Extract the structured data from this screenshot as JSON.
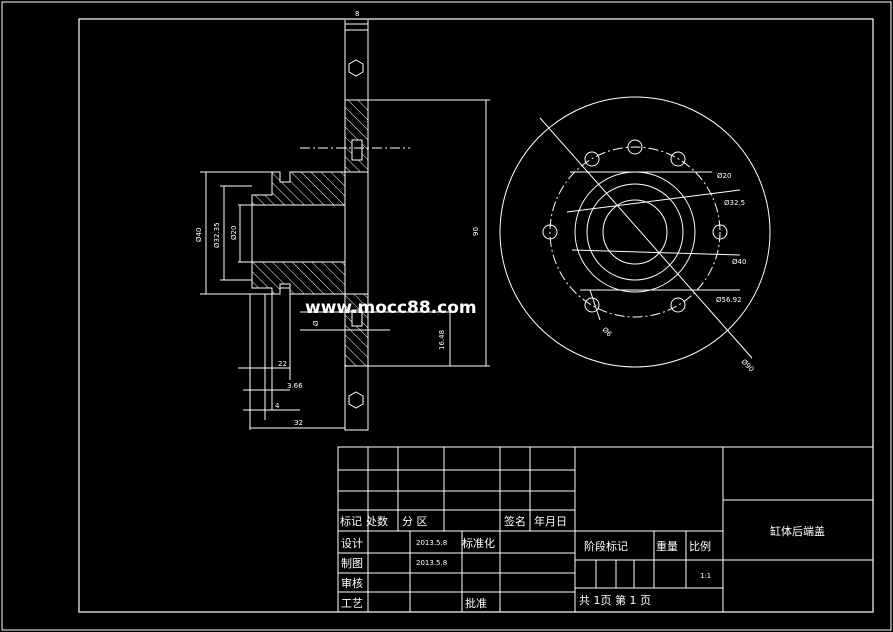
{
  "watermark": "www.mocc88.com",
  "drawing_title": "缸体后端盖",
  "side_view_dims": {
    "top_width": "8",
    "height_90": "90",
    "dim_16_48": "16.48",
    "dia_40": "Ø40",
    "dia_32_35": "Ø32.35",
    "dia_20": "Ø20",
    "dia_small": "Ø",
    "b_22": "22",
    "b_3_66": "3.66",
    "b_4": "4",
    "b_32": "32"
  },
  "end_view_dims": {
    "d20": "Ø20",
    "d32_5": "Ø32.5",
    "d40": "Ø40",
    "d56_92": "Ø56.92",
    "d90": "Ø90",
    "hole": "Ø6"
  },
  "title_block": {
    "row_biaoji": "标记",
    "row_chushu": "处数",
    "row_fenqu": "分 区",
    "row_qianming": "签名",
    "row_nianyueri": "年月日",
    "sheji": "设计",
    "sheji_date": "2013.5.8",
    "biaozhunhua": "标准化",
    "zhitu": "制图",
    "zhitu_date": "2013.5.8",
    "shenhe": "审核",
    "gongyi": "工艺",
    "pizhun": "批准",
    "jieduan": "阶段标记",
    "zhongliang": "重量",
    "bili": "比例",
    "bili_value": "1:1",
    "sheet_info": "共 1页 第 1 页"
  }
}
